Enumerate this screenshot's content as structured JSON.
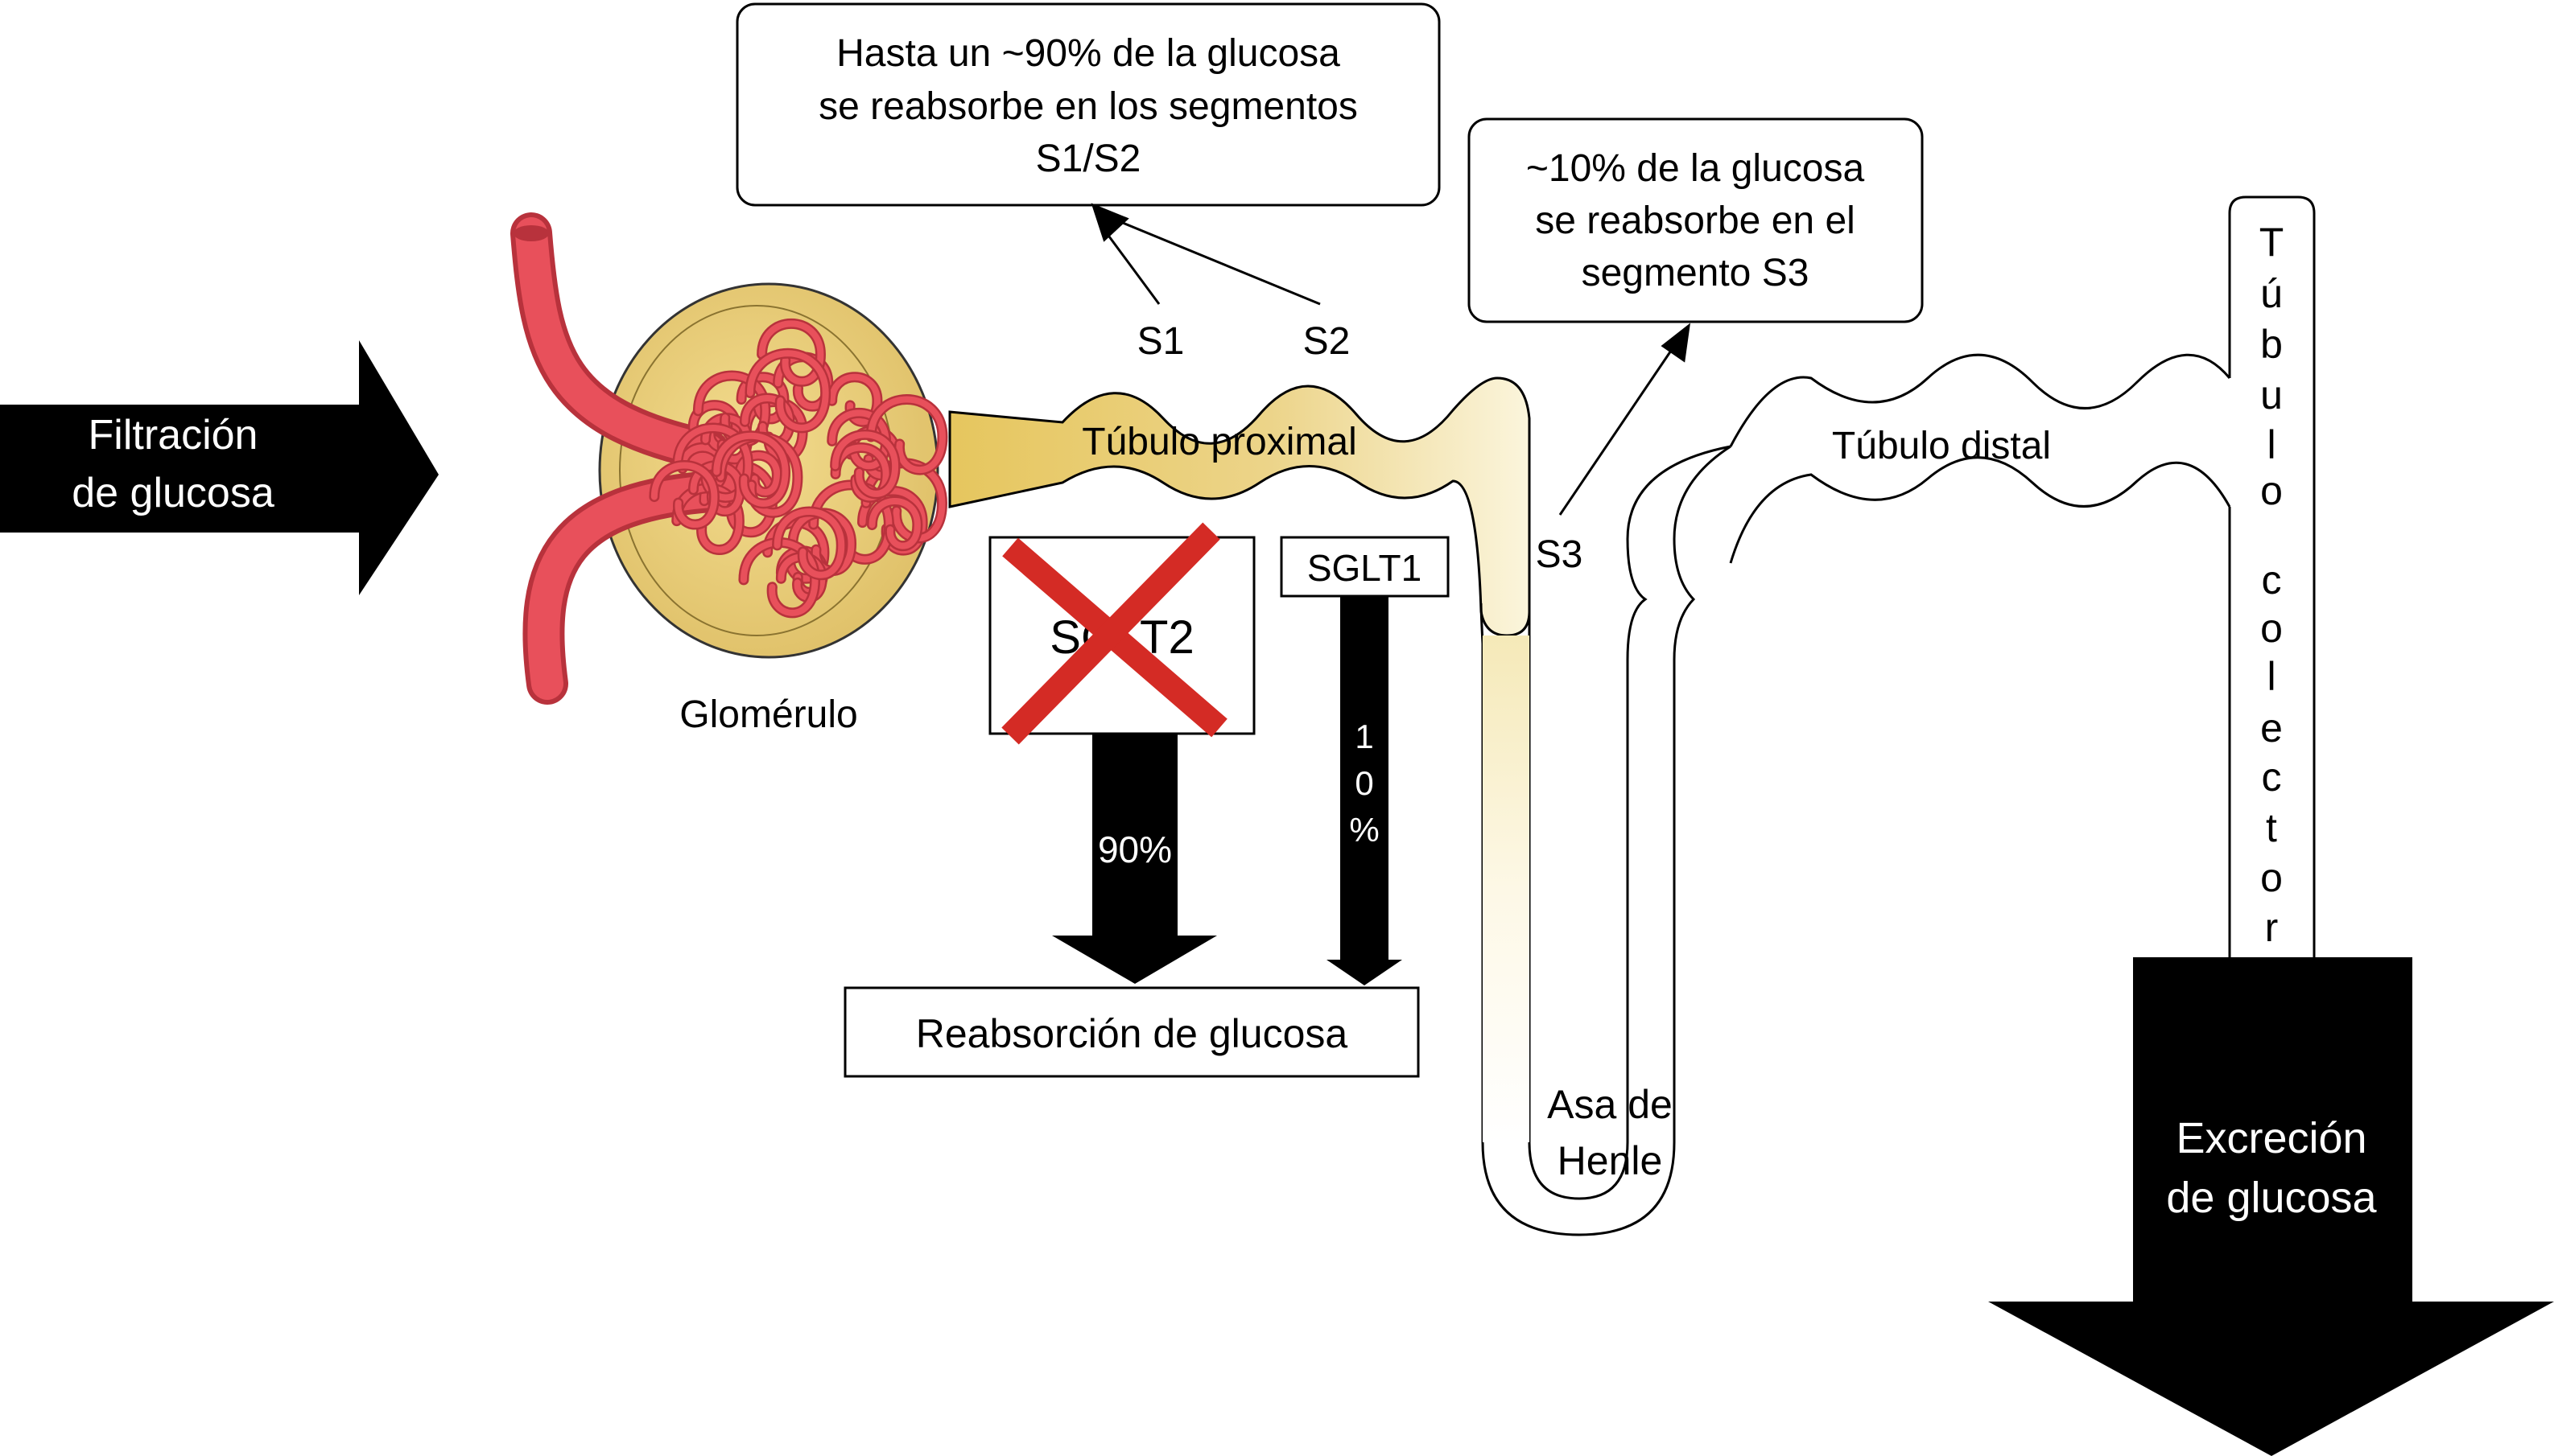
{
  "colors": {
    "vessel": "#e8505b",
    "vessel_dark": "#b8323c",
    "tubule": "#e6c65e",
    "tubule_light": "#fbf5dc",
    "capsule": "#e9cf7a",
    "cross": "#d42b25",
    "ink": "#000000"
  },
  "input_arrow": {
    "line1": "Filtración",
    "line2": "de glucosa"
  },
  "glomerulus_label": "Glomérulo",
  "proximal": {
    "label": "Túbulo proximal",
    "s1": "S1",
    "s2": "S2",
    "s3": "S3"
  },
  "callout_s1s2": {
    "line1": "Hasta un ~90% de la glucosa",
    "line2": "se reabsorbe en los segmentos",
    "line3": "S1/S2"
  },
  "callout_s3": {
    "line1": "~10% de la glucosa",
    "line2": "se reabsorbe en el",
    "line3": "segmento S3"
  },
  "sglt2": {
    "label": "SGLT2",
    "percent": "90%"
  },
  "sglt1": {
    "label": "SGLT1",
    "percent_chars": [
      "1",
      "0",
      "%"
    ]
  },
  "reabsorption_label": "Reabsorción de glucosa",
  "loop_label": {
    "line1": "Asa de",
    "line2": "Henle"
  },
  "distal_label": "Túbulo distal",
  "collector_chars": [
    "T",
    "ú",
    "b",
    "u",
    "l",
    "o",
    "c",
    "o",
    "l",
    "e",
    "c",
    "t",
    "o",
    "r"
  ],
  "excretion": {
    "line1": "Excreción",
    "line2": "de glucosa"
  }
}
